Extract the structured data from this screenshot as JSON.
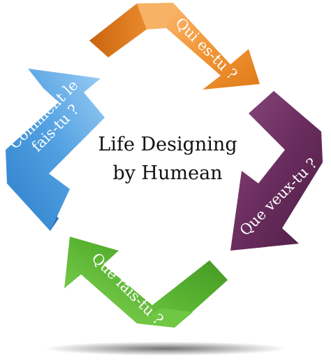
{
  "center": {
    "line1": "Life Designing",
    "line2": "by Humean"
  },
  "arrows": [
    {
      "label": "Qui es-tu ?",
      "color": "#f39a3c"
    },
    {
      "label": "Que veux-tu ?",
      "color": "#6a2d5e"
    },
    {
      "label": "Que fais-tu ?",
      "color": "#5ab532"
    },
    {
      "label_line1": "Comment le",
      "label_line2": "fais-tu ?",
      "color": "#4f9fe0"
    }
  ]
}
